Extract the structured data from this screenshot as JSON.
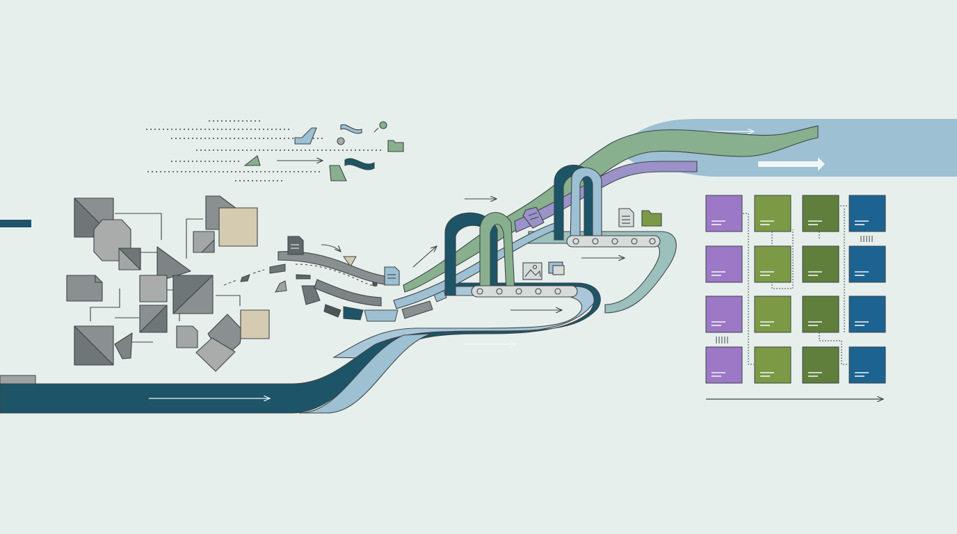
{
  "palette": {
    "background": "#e7efed",
    "dark_teal": "#1d5467",
    "light_blue": "#9dc0d3",
    "sage": "#88b08e",
    "lavender": "#9b92c9",
    "gray": "#7b8183",
    "light_gray": "#9ea2a2",
    "tan": "#d4cbb1",
    "line": "#3d4446",
    "grid_purple": "#9c78c6",
    "grid_olive": "#7c9a45",
    "grid_dark_olive": "#607e3c",
    "grid_blue": "#1c6392"
  },
  "icons": {
    "document": "document-icon",
    "folder": "folder-icon",
    "image": "image-icon",
    "arrow": "arrow-icon"
  },
  "grid": {
    "rows": 4,
    "columns": [
      "grid_purple",
      "grid_olive",
      "grid_dark_olive",
      "grid_blue"
    ]
  }
}
